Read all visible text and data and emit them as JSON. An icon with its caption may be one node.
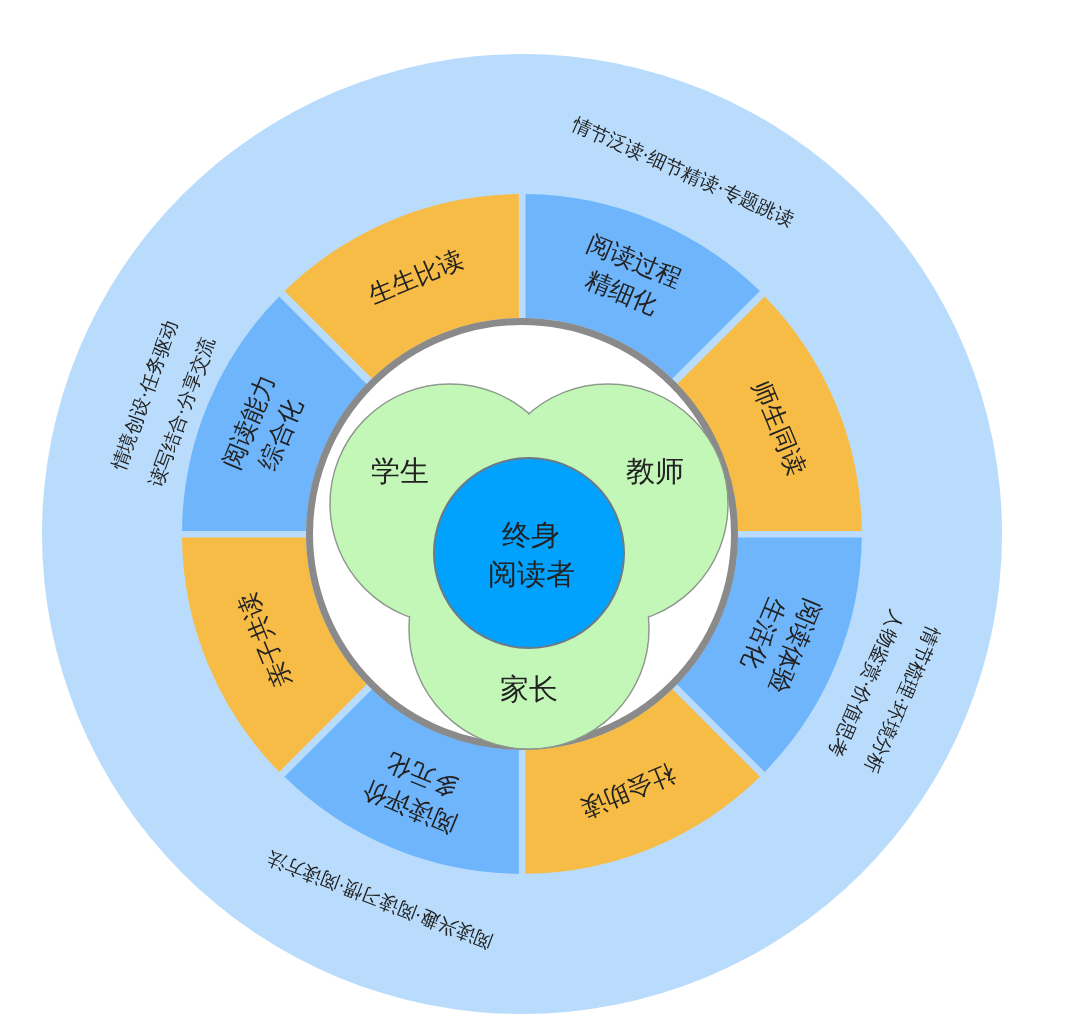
{
  "diagram": {
    "nodes": [
      {
        "text": [
          "情节泛读·细节精读·专题跳读",
          "情境创设·任务驱动",
          "读写结合·分享交流",
          "情节梳理·环境分析",
          "人物鉴赏·价值思考",
          "阅读兴趣·阅读习惯·阅读方法"
        ]
      },
      {
        "text": [
          "生生比读"
        ],
        "in": 0
      },
      {
        "text": [
          "阅读过程精细化"
        ],
        "in": 0
      },
      {
        "text": [
          "师生同读"
        ],
        "in": 0
      },
      {
        "text": [
          "阅读体验生活化"
        ],
        "in": 0
      },
      {
        "text": [
          "社会助读"
        ],
        "in": 0
      },
      {
        "text": [
          "阅读评价多元化"
        ],
        "in": 0
      },
      {
        "text": [
          "亲子共读"
        ],
        "in": 0
      },
      {
        "text": [
          "阅读能力综合化"
        ],
        "in": 0
      },
      {
        "text": [],
        "shape": "circle",
        "in": 0
      },
      {
        "text": [
          "学生",
          "教师",
          "家长"
        ],
        "in": 9
      },
      {
        "text": [
          "终身阅读者"
        ],
        "in": 10
      }
    ]
  }
}
